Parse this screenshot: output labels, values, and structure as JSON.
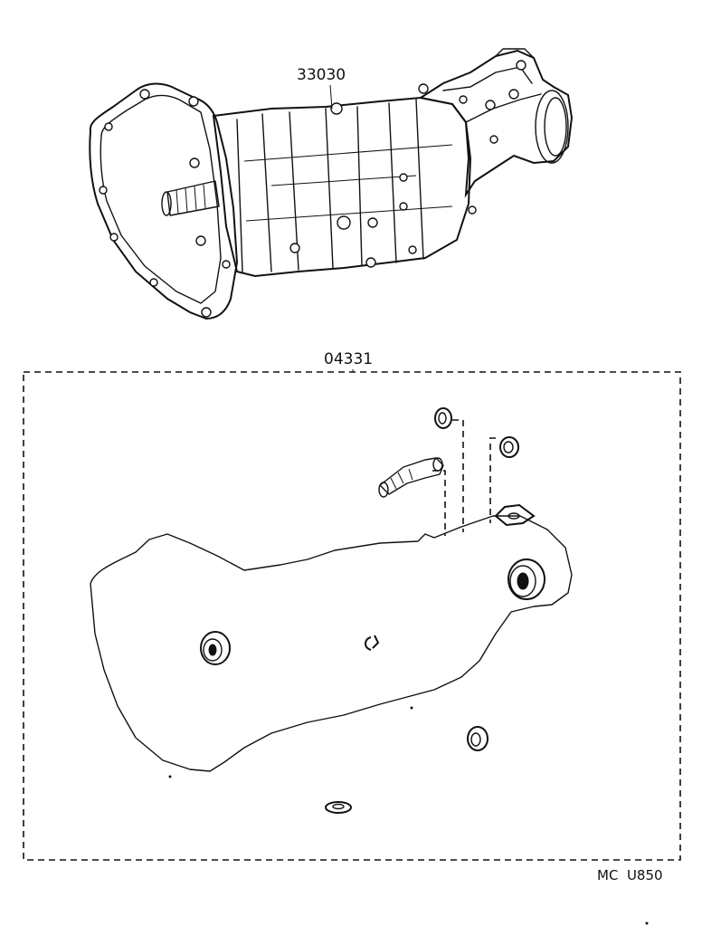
{
  "parts": {
    "transmission_assembly": {
      "part_number": "33030"
    },
    "gasket_kit": {
      "part_number": "04331"
    }
  },
  "footer": {
    "diagram_code": "MC  U850"
  }
}
